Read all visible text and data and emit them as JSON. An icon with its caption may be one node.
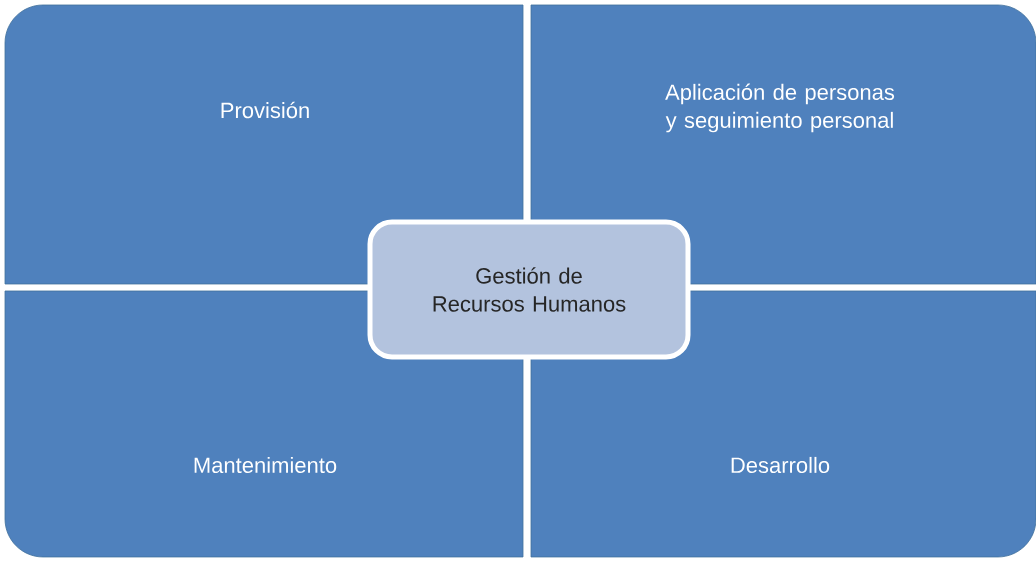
{
  "diagram": {
    "nodes": [
      {
        "text": [
          "Provisión"
        ]
      },
      {
        "text": [
          "Aplicación de personas y seguimiento personal"
        ]
      },
      {
        "text": [
          "Gestión de Recursos Humanos"
        ]
      },
      {
        "text": [
          "Mantenimiento"
        ]
      },
      {
        "text": [
          "Desarrollo"
        ]
      }
    ]
  }
}
